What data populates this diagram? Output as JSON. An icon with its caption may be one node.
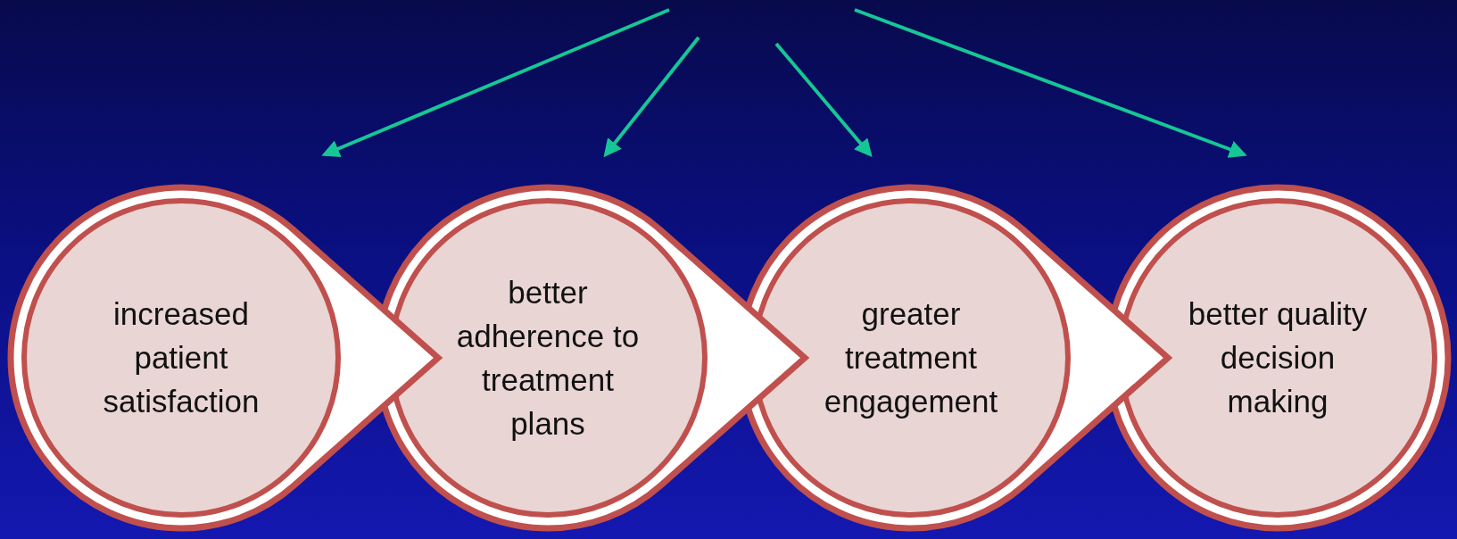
{
  "diagram": {
    "nodes": [
      {
        "text": [
          "increased patient satisfaction"
        ]
      },
      {
        "text": [
          "better adherence to treatment plans"
        ]
      },
      {
        "text": [
          "greater treatment engagement"
        ]
      },
      {
        "text": [
          "better quality decision making"
        ]
      }
    ],
    "edges": [
      {
        "from": null,
        "to": 0,
        "arrow": "to"
      },
      {
        "from": null,
        "to": 1,
        "arrow": "to"
      },
      {
        "from": null,
        "to": 2,
        "arrow": "to"
      },
      {
        "from": null,
        "to": 3,
        "arrow": "to"
      }
    ]
  }
}
